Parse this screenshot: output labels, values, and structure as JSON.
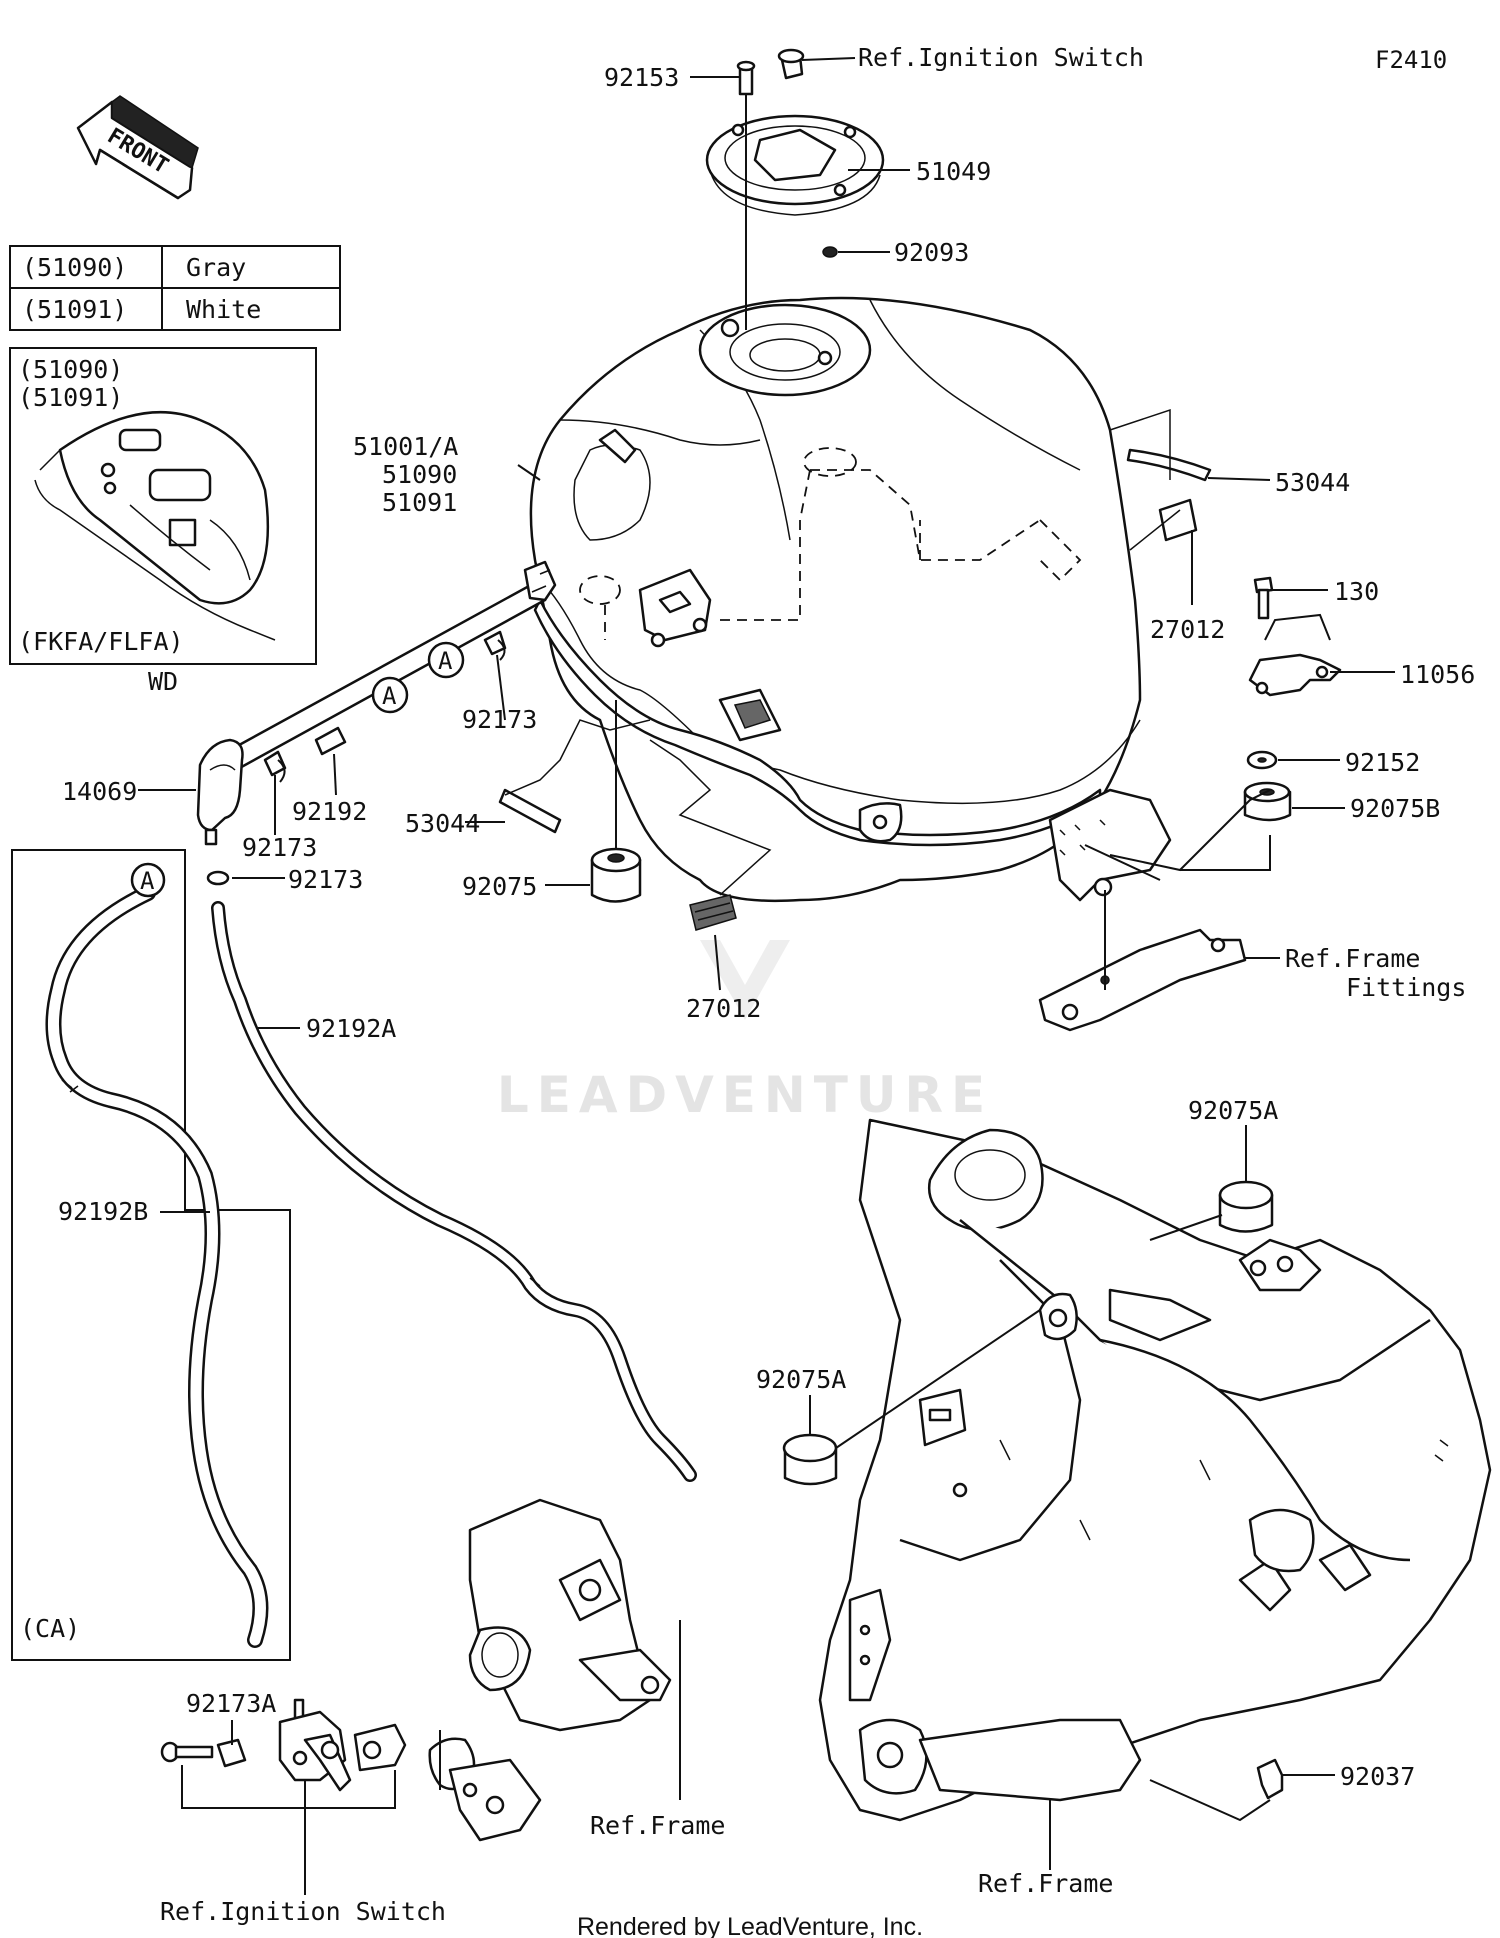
{
  "diagram_id": "F2410",
  "front_arrow_text": "FRONT",
  "color_table": [
    {
      "code": "(51090)",
      "color": "Gray"
    },
    {
      "code": "(51091)",
      "color": "White"
    }
  ],
  "inset_wd": {
    "codes": [
      "(51090)",
      "(51091)"
    ],
    "variant": "(FKFA/FLFA)",
    "caption": "WD"
  },
  "inset_ca": {
    "variant": "(CA)"
  },
  "callout_letter": "A",
  "labels": {
    "p92153": "92153",
    "ref_ignition_top": "Ref.Ignition Switch",
    "p51049": "51049",
    "p92093": "92093",
    "p51001a": "51001/A",
    "p51090": "51090",
    "p51091": "51091",
    "p53044_right": "53044",
    "p27012_right": "27012",
    "p130": "130",
    "p11056": "11056",
    "p92152": "92152",
    "p92075b": "92075B",
    "p92173_a": "92173",
    "p14069": "14069",
    "p92192": "92192",
    "p92173_b": "92173",
    "p92173_c": "92173",
    "p53044_left": "53044",
    "p92075": "92075",
    "p27012_mid": "27012",
    "ref_frame_fittings_1": "Ref.Frame",
    "ref_frame_fittings_2": "Fittings",
    "p92192a": "92192A",
    "p92192b": "92192B",
    "p92075a_top": "92075A",
    "p92075a_left": "92075A",
    "p92173a": "92173A",
    "ref_frame_left": "Ref.Frame",
    "p92037": "92037",
    "ref_frame_right": "Ref.Frame",
    "ref_ignition_bottom": "Ref.Ignition Switch"
  },
  "watermark": "LEADVENTURE",
  "footer": "Rendered by LeadVenture, Inc."
}
